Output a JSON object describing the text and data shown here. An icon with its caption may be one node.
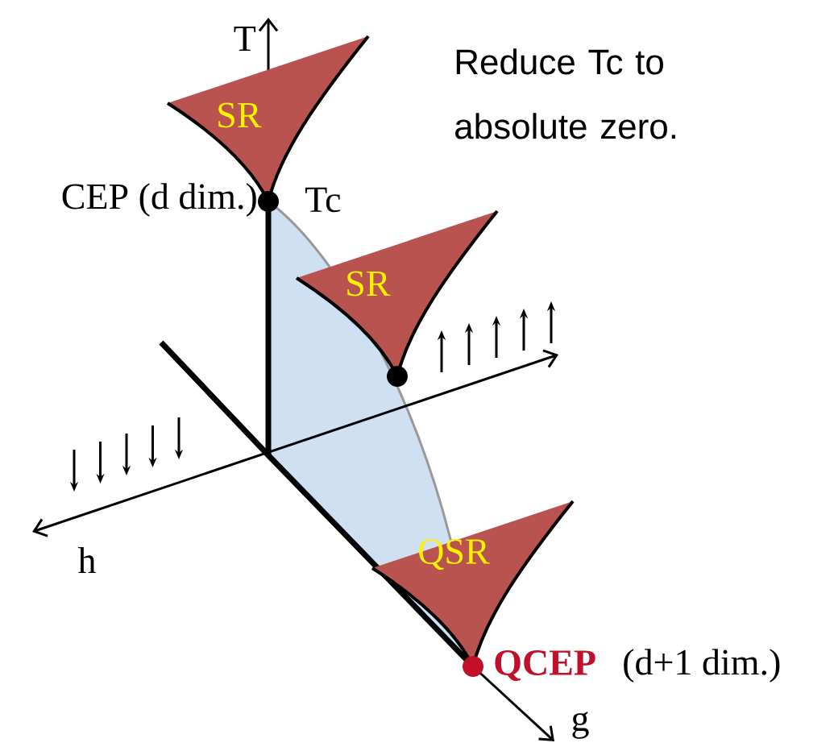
{
  "diagram": {
    "nodes": [
      {
        "text": [
          "SR"
        ]
      },
      {
        "text": [
          "SR"
        ]
      },
      {
        "text": [
          "QSR"
        ]
      }
    ],
    "labels": [
      "T",
      "Reduce Tc to absolute zero.",
      "CEP (d dim.)",
      "Tc",
      "h",
      "QCEP",
      "(d+1 dim.)",
      "g"
    ]
  }
}
